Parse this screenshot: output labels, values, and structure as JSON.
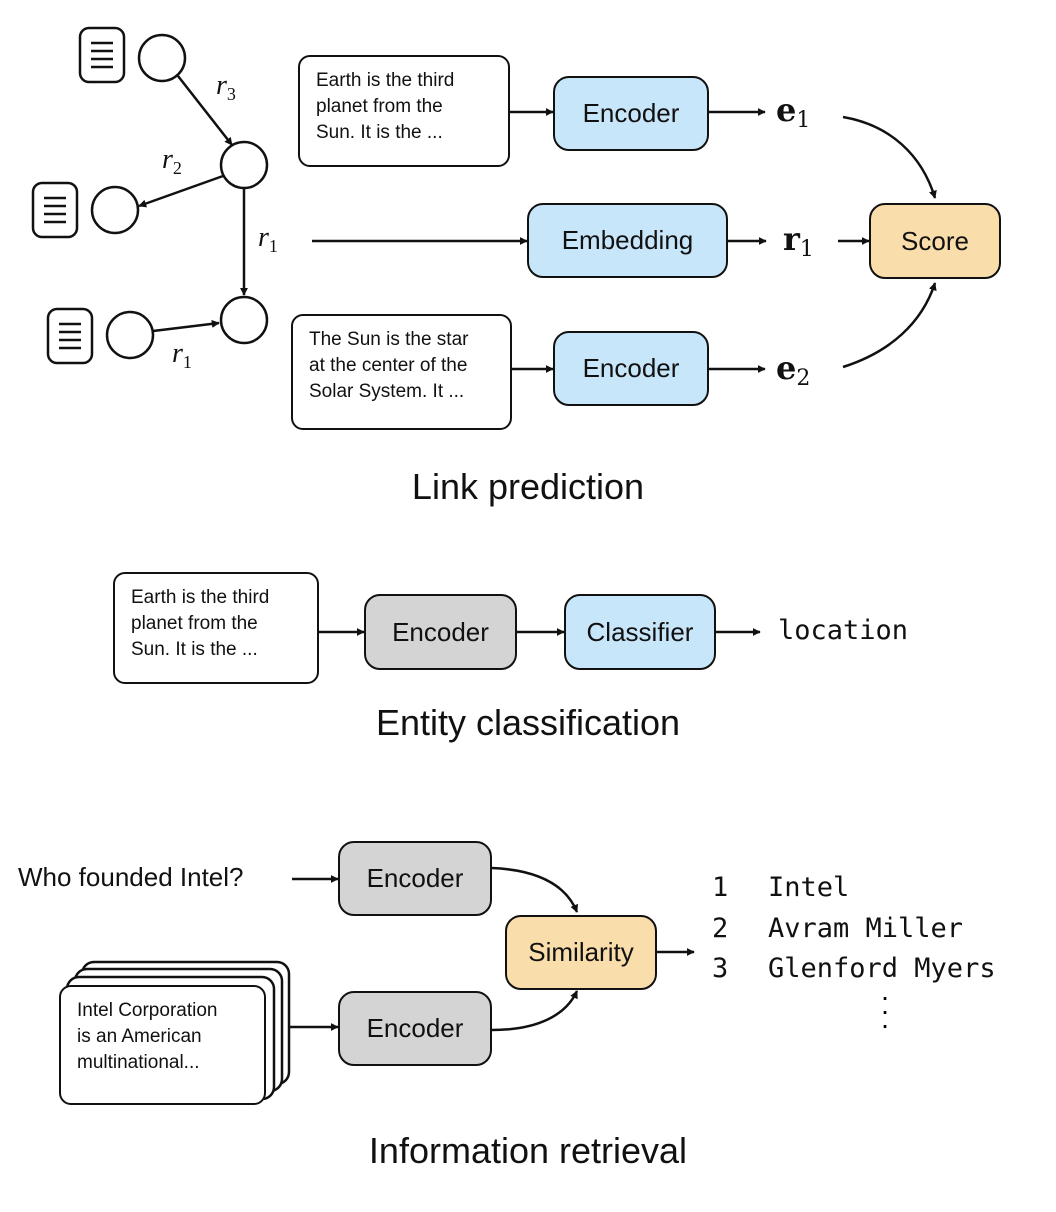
{
  "link_prediction": {
    "caption": "Link prediction",
    "head_text": "Earth is the third\nplanet from the\nSun. It is the ...",
    "tail_text": "The Sun is the star\nat the center of the\nSolar System. It ...",
    "encoder_top_label": "Encoder",
    "encoder_bottom_label": "Encoder",
    "embedding_label": "Embedding",
    "score_label": "Score",
    "e1": {
      "symbol": "e",
      "sub": "1"
    },
    "r1_vec": {
      "symbol": "r",
      "sub": "1"
    },
    "e2": {
      "symbol": "e",
      "sub": "2"
    },
    "graph_relations": {
      "r3": {
        "symbol": "r",
        "sub": "3"
      },
      "r2": {
        "symbol": "r",
        "sub": "2"
      },
      "r1a": {
        "symbol": "r",
        "sub": "1"
      },
      "r1b": {
        "symbol": "r",
        "sub": "1"
      }
    }
  },
  "entity_classification": {
    "caption": "Entity classification",
    "text": "Earth is the third\nplanet from the\nSun. It is the ...",
    "encoder_label": "Encoder",
    "classifier_label": "Classifier",
    "output": "location"
  },
  "information_retrieval": {
    "caption": "Information retrieval",
    "query": "Who founded Intel?",
    "document_text": "Intel Corporation\nis an American\nmultinational...",
    "encoder_query_label": "Encoder",
    "encoder_doc_label": "Encoder",
    "similarity_label": "Similarity",
    "results": [
      {
        "rank": "1",
        "name": "Intel"
      },
      {
        "rank": "2",
        "name": "Avram Miller"
      },
      {
        "rank": "3",
        "name": "Glenford Myers"
      }
    ]
  },
  "colors": {
    "module_blue": "#c8e6f9",
    "module_gray": "#d4d4d4",
    "module_orange": "#f9ddaa",
    "stroke": "#111111"
  }
}
